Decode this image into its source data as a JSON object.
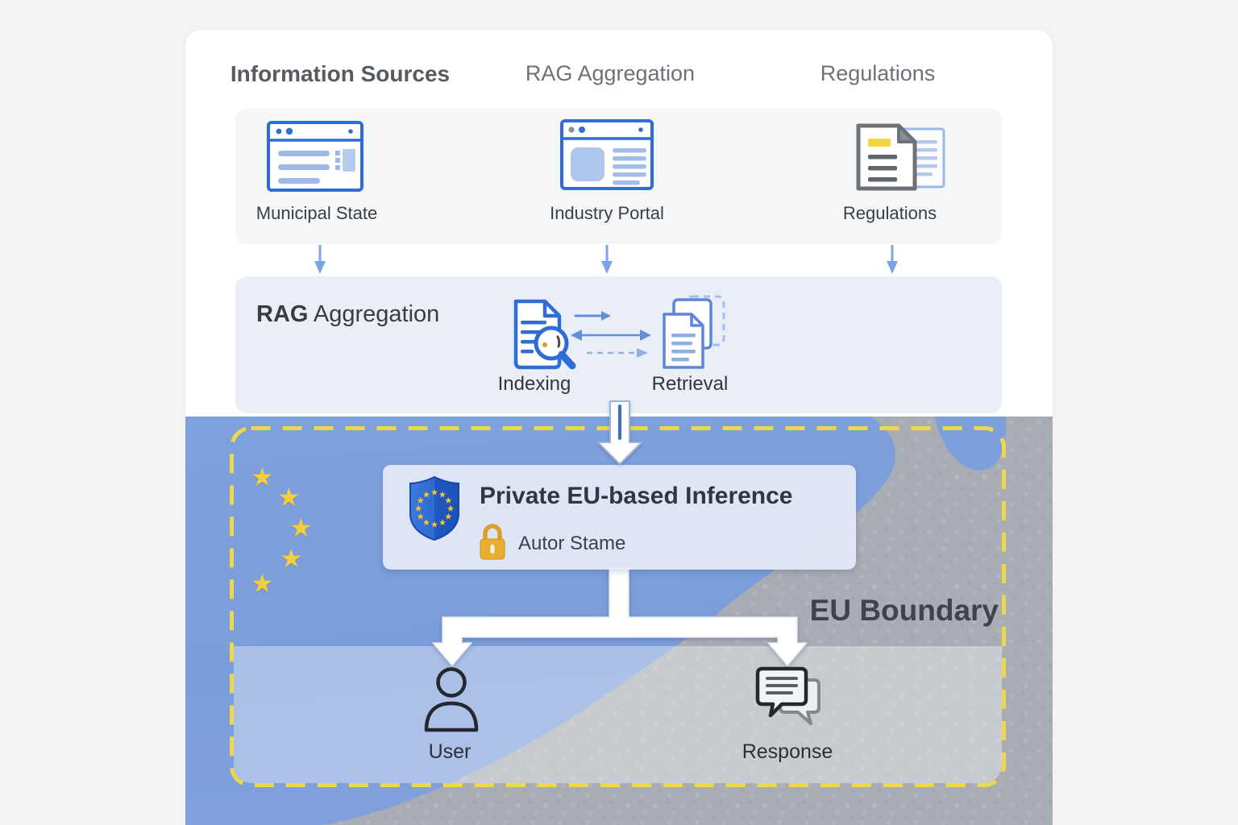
{
  "headers": {
    "information_sources": "Information Sources",
    "rag_aggregation": "RAG Aggregation",
    "regulations": "Regulations"
  },
  "sources": {
    "items": [
      {
        "label": "Municipal State",
        "icon": "browser-window-icon"
      },
      {
        "label": "Industry Portal",
        "icon": "browser-portal-icon"
      },
      {
        "label": "Regulations",
        "icon": "documents-icon"
      }
    ]
  },
  "rag": {
    "title_bold": "RAG",
    "title_rest": " Aggregation",
    "indexing_label": "Indexing",
    "retrieval_label": "Retrieval"
  },
  "map": {
    "inference_title": "Private EU-based Inference",
    "lock_label": "Autor Stame",
    "boundary_label": "EU Boundary",
    "user_label": "User",
    "response_label": "Response",
    "star_glyph": "★"
  },
  "colors": {
    "accent_blue": "#2f6cd8",
    "light_blue_fill": "#aec6ee",
    "band_blue": "#e9eef7",
    "map_sea": "#7da0dc",
    "map_land": "#a8acb3",
    "boundary_yellow": "#edd74a",
    "star_yellow": "#f2cf3e",
    "lock_gold": "#e9ad33",
    "doc_gray": "#6d7278",
    "text_dark": "#33373d",
    "text_gray": "#6d727a"
  }
}
